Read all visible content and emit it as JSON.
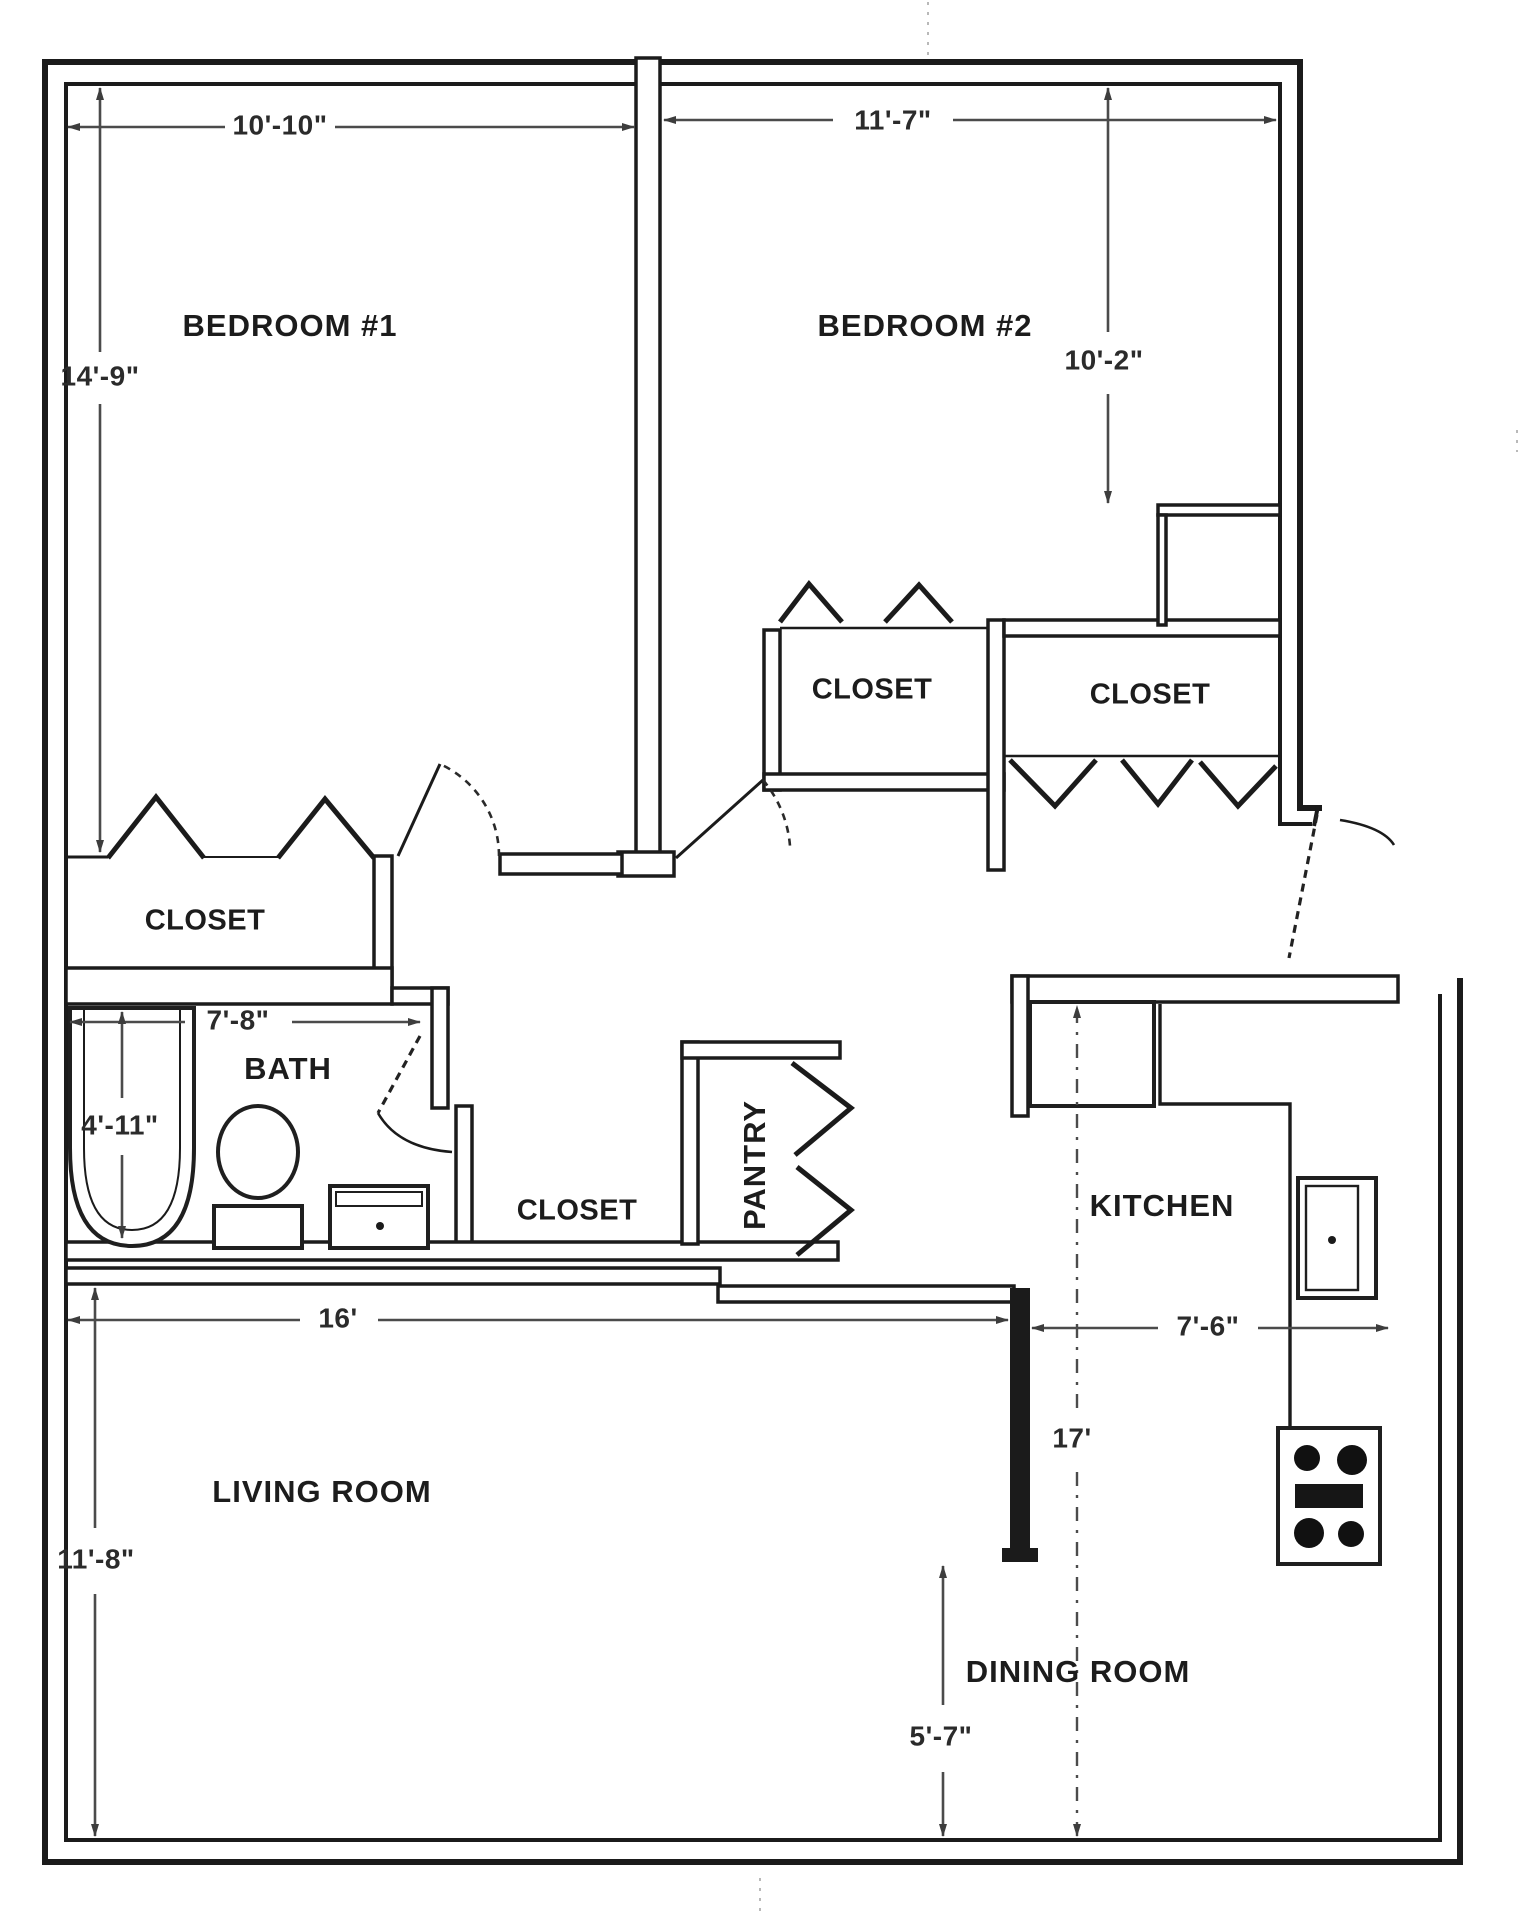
{
  "drawing": {
    "type": "apartment floor plan",
    "ink_color": "#1b1b1b",
    "paper_color": "#ffffff"
  },
  "rooms": {
    "bedroom1": "BEDROOM #1",
    "bedroom2": "BEDROOM #2",
    "living": "LIVING ROOM",
    "dining": "DINING ROOM",
    "kitchen": "KITCHEN",
    "bath": "BATH",
    "pantry": "PANTRY",
    "closet_bedroom1": "CLOSET",
    "closet_hall": "CLOSET",
    "closet_bedroom2_left": "CLOSET",
    "closet_bedroom2_right": "CLOSET"
  },
  "dimensions": {
    "bedroom1_width": "10'-10\"",
    "bedroom2_width": "11'-7\"",
    "bedroom1_depth": "14'-9\"",
    "bedroom2_depth": "10'-2\"",
    "bath_width": "7'-8\"",
    "bath_depth": "4'-11\"",
    "living_width": "16'",
    "kitchen_width": "7'-6\"",
    "kitchen_dining_depth": "17'",
    "living_depth": "11'-8\"",
    "dining_opening": "5'-7\""
  }
}
